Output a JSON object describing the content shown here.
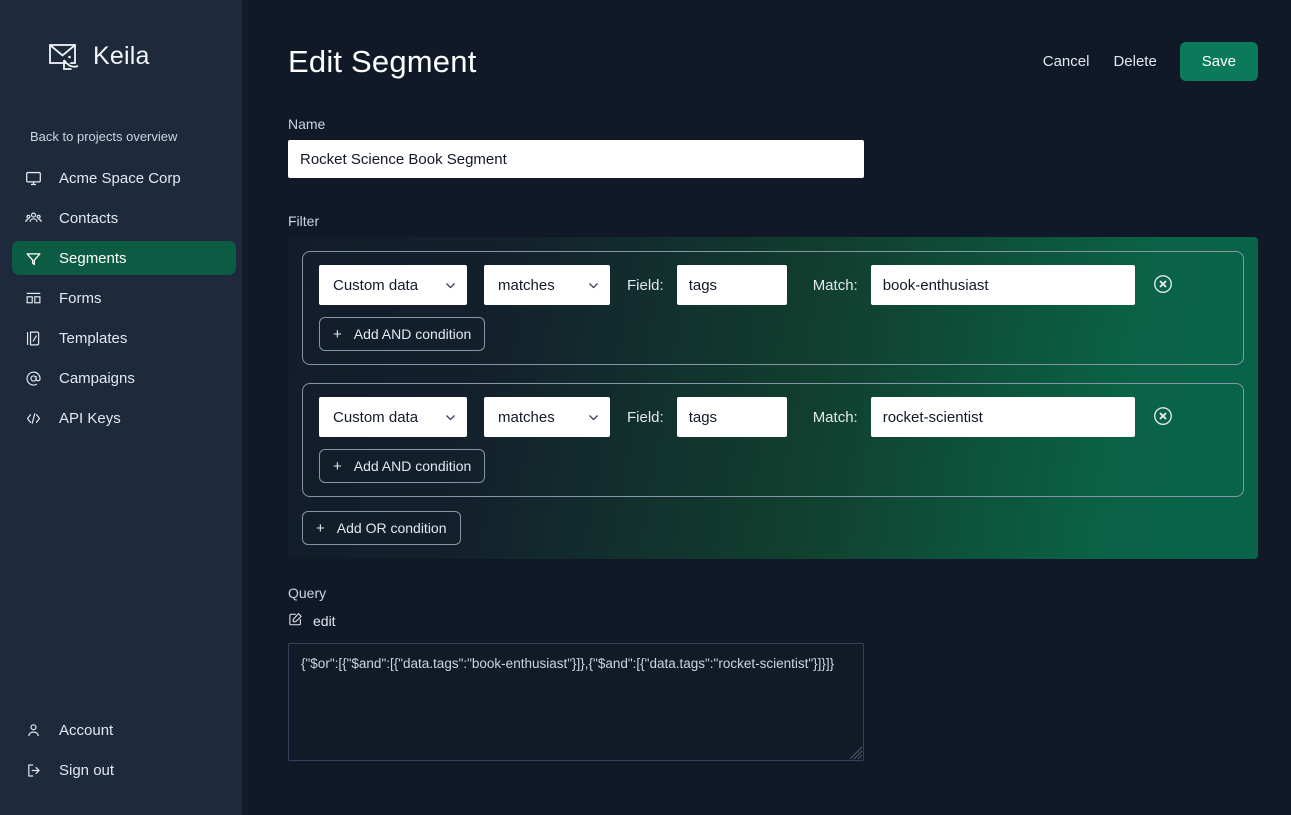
{
  "sidebar": {
    "brand": "Keila",
    "brand_icon": "keila-envelope-logo",
    "back_link": "Back to projects overview",
    "items": [
      {
        "label": "Acme Space Corp",
        "icon": "monitor-icon",
        "active": false
      },
      {
        "label": "Contacts",
        "icon": "users-icon",
        "active": false
      },
      {
        "label": "Segments",
        "icon": "filter-funnel-icon",
        "active": true
      },
      {
        "label": "Forms",
        "icon": "forms-icon",
        "active": false
      },
      {
        "label": "Templates",
        "icon": "template-icon",
        "active": false
      },
      {
        "label": "Campaigns",
        "icon": "at-sign-icon",
        "active": false
      },
      {
        "label": "API Keys",
        "icon": "code-brackets-icon",
        "active": false
      }
    ],
    "bottom_items": [
      {
        "label": "Account",
        "icon": "user-icon"
      },
      {
        "label": "Sign out",
        "icon": "logout-icon"
      }
    ]
  },
  "header": {
    "title": "Edit Segment",
    "cancel_label": "Cancel",
    "delete_label": "Delete",
    "save_label": "Save"
  },
  "form": {
    "name_label": "Name",
    "name_value": "Rocket Science Book Segment",
    "name_placeholder": "",
    "filter_label": "Filter",
    "add_or_label": "Add OR condition",
    "add_and_label": "Add AND condition",
    "field_label": "Field:",
    "match_label": "Match:",
    "remove_icon": "circle-x-icon",
    "or_groups": [
      {
        "source_type": "Custom data",
        "operator": "matches",
        "field_value": "tags",
        "match_value": "book-enthusiast",
        "add_and_label": "Add AND condition"
      },
      {
        "source_type": "Custom data",
        "operator": "matches",
        "field_value": "tags",
        "match_value": "rocket-scientist",
        "add_and_label": "Add AND condition"
      }
    ]
  },
  "query": {
    "label": "Query",
    "edit_label": "edit",
    "edit_icon": "pencil-square-icon",
    "value": "{\"$or\":[{\"$and\":[{\"data.tags\":\"book-enthusiast\"}]},{\"$and\":[{\"data.tags\":\"rocket-scientist\"}]}]}"
  },
  "colors": {
    "accent_green": "#0b7a5b",
    "sidebar_bg": "#1e293b",
    "main_bg": "#111827",
    "active_nav": "#0c5c44"
  }
}
